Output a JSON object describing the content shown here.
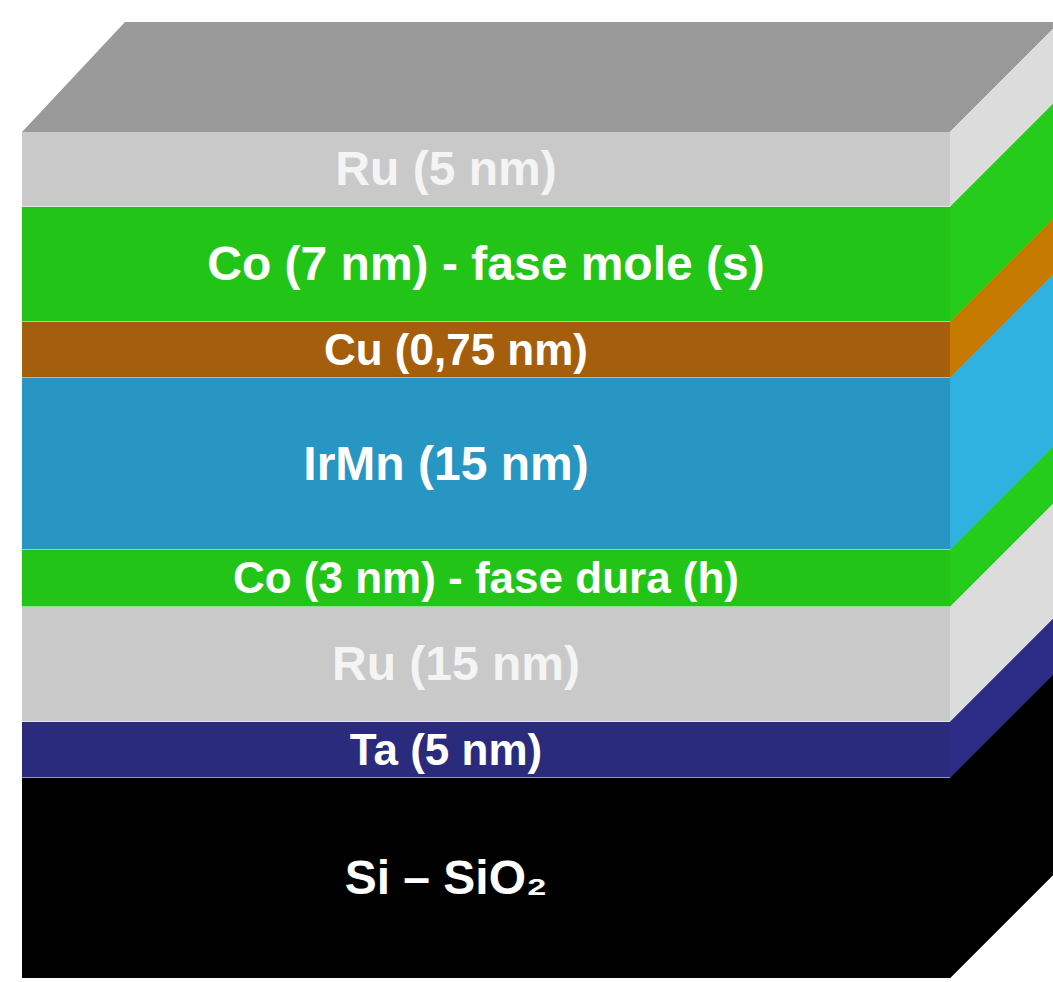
{
  "diagram": {
    "nodes": [
      {
        "text": [
          "Ru (5 nm)"
        ]
      },
      {
        "text": [
          "Co (7 nm) - fase mole  (s)"
        ]
      },
      {
        "text": [
          "Cu (0,75 nm)"
        ]
      },
      {
        "text": [
          "IrMn (15 nm)"
        ]
      },
      {
        "text": [
          "Co (3 nm) - fase dura (h)"
        ]
      },
      {
        "text": [
          "Ru (15 nm)"
        ]
      },
      {
        "text": [
          "Ta (5 nm)"
        ]
      },
      {
        "text": [
          "Si – SiO₂"
        ]
      }
    ]
  }
}
